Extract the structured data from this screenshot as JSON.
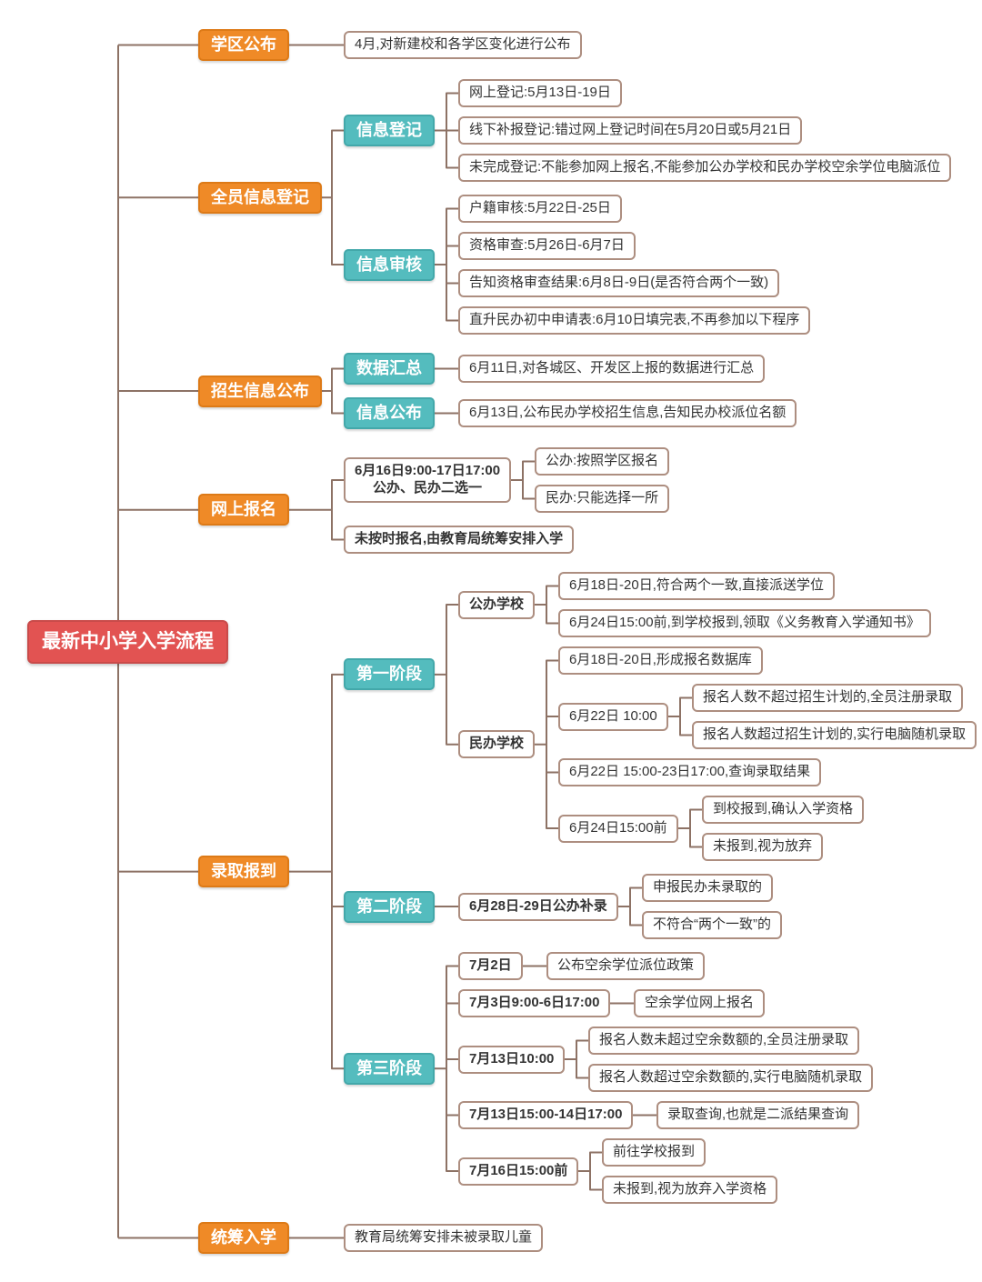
{
  "title": "最新中小学入学流程",
  "colors": {
    "root_bg": "#e25352",
    "root_border": "#c94b4a",
    "main_bg": "#ef8a27",
    "main_border": "#dd7a17",
    "sub_bg": "#54bcbe",
    "sub_border": "#43a8aa",
    "leaf_border": "#ad8e80",
    "connector": "#8d7265",
    "leaf_text": "#333333"
  },
  "tree": {
    "label": "最新中小学入学流程",
    "type": "root",
    "children": [
      {
        "label": "学区公布",
        "type": "main",
        "children": [
          {
            "label": "4月,对新建校和各学区变化进行公布",
            "type": "leaf"
          }
        ]
      },
      {
        "label": "全员信息登记",
        "type": "main",
        "children": [
          {
            "label": "信息登记",
            "type": "sub",
            "children": [
              {
                "label": "网上登记:5月13日-19日",
                "type": "leaf"
              },
              {
                "label": "线下补报登记:错过网上登记时间在5月20日或5月21日",
                "type": "leaf"
              },
              {
                "label": "未完成登记:不能参加网上报名,不能参加公办学校和民办学校空余学位电脑派位",
                "type": "leaf"
              }
            ]
          },
          {
            "label": "信息审核",
            "type": "sub",
            "children": [
              {
                "label": "户籍审核:5月22日-25日",
                "type": "leaf"
              },
              {
                "label": "资格审查:5月26日-6月7日",
                "type": "leaf"
              },
              {
                "label": "告知资格审查结果:6月8日-9日(是否符合两个一致)",
                "type": "leaf"
              },
              {
                "label": "直升民办初中申请表:6月10日填完表,不再参加以下程序",
                "type": "leaf"
              }
            ]
          }
        ]
      },
      {
        "label": "招生信息公布",
        "type": "main",
        "children": [
          {
            "label": "数据汇总",
            "type": "sub",
            "children": [
              {
                "label": "6月11日,对各城区、开发区上报的数据进行汇总",
                "type": "leaf"
              }
            ]
          },
          {
            "label": "信息公布",
            "type": "sub",
            "children": [
              {
                "label": "6月13日,公布民办学校招生信息,告知民办校派位名额",
                "type": "leaf"
              }
            ]
          }
        ]
      },
      {
        "label": "网上报名",
        "type": "main",
        "children": [
          {
            "lines": [
              "6月16日9:00-17日17:00",
              "公办、民办二选一"
            ],
            "type": "leafb",
            "children": [
              {
                "label": "公办:按照学区报名",
                "type": "leaf"
              },
              {
                "label": "民办:只能选择一所",
                "type": "leaf"
              }
            ]
          },
          {
            "label": "未按时报名,由教育局统筹安排入学",
            "type": "leafb"
          }
        ]
      },
      {
        "label": "录取报到",
        "type": "main",
        "children": [
          {
            "label": "第一阶段",
            "type": "sub",
            "children": [
              {
                "label": "公办学校",
                "type": "leafb",
                "children": [
                  {
                    "label": "6月18日-20日,符合两个一致,直接派送学位",
                    "type": "leaf"
                  },
                  {
                    "label": "6月24日15:00前,到学校报到,领取《义务教育入学通知书》",
                    "type": "leaf"
                  }
                ]
              },
              {
                "label": "民办学校",
                "type": "leafb",
                "children": [
                  {
                    "label": "6月18日-20日,形成报名数据库",
                    "type": "leaf"
                  },
                  {
                    "label": "6月22日 10:00",
                    "type": "leaf",
                    "children": [
                      {
                        "label": "报名人数不超过招生计划的,全员注册录取",
                        "type": "leaf"
                      },
                      {
                        "label": "报名人数超过招生计划的,实行电脑随机录取",
                        "type": "leaf"
                      }
                    ]
                  },
                  {
                    "label": "6月22日 15:00-23日17:00,查询录取结果",
                    "type": "leaf"
                  },
                  {
                    "label": "6月24日15:00前",
                    "type": "leaf",
                    "children": [
                      {
                        "label": "到校报到,确认入学资格",
                        "type": "leaf"
                      },
                      {
                        "label": "未报到,视为放弃",
                        "type": "leaf"
                      }
                    ]
                  }
                ]
              }
            ]
          },
          {
            "label": "第二阶段",
            "type": "sub",
            "children": [
              {
                "label": "6月28日-29日公办补录",
                "type": "leafb",
                "children": [
                  {
                    "label": "申报民办未录取的",
                    "type": "leaf"
                  },
                  {
                    "label": "不符合“两个一致”的",
                    "type": "leaf"
                  }
                ]
              }
            ]
          },
          {
            "label": "第三阶段",
            "type": "sub",
            "children": [
              {
                "label": "7月2日",
                "type": "leafb",
                "children": [
                  {
                    "label": "公布空余学位派位政策",
                    "type": "leaf"
                  }
                ]
              },
              {
                "label": "7月3日9:00-6日17:00",
                "type": "leafb",
                "children": [
                  {
                    "label": "空余学位网上报名",
                    "type": "leaf"
                  }
                ]
              },
              {
                "label": "7月13日10:00",
                "type": "leafb",
                "children": [
                  {
                    "label": "报名人数未超过空余数额的,全员注册录取",
                    "type": "leaf"
                  },
                  {
                    "label": "报名人数超过空余数额的,实行电脑随机录取",
                    "type": "leaf"
                  }
                ]
              },
              {
                "label": "7月13日15:00-14日17:00",
                "type": "leafb",
                "children": [
                  {
                    "label": "录取查询,也就是二派结果查询",
                    "type": "leaf"
                  }
                ]
              },
              {
                "label": "7月16日15:00前",
                "type": "leafb",
                "children": [
                  {
                    "label": "前往学校报到",
                    "type": "leaf"
                  },
                  {
                    "label": "未报到,视为放弃入学资格",
                    "type": "leaf"
                  }
                ]
              }
            ]
          }
        ]
      },
      {
        "label": "统筹入学",
        "type": "main",
        "children": [
          {
            "label": "教育局统筹安排未被录取儿童",
            "type": "leaf"
          }
        ]
      }
    ]
  }
}
